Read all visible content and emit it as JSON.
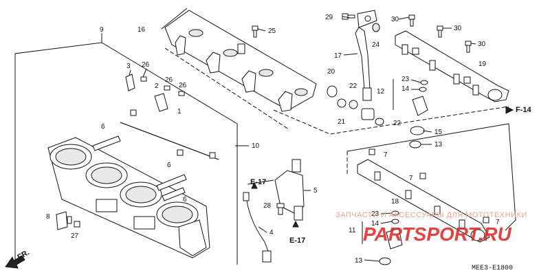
{
  "parts": {
    "p9": "9",
    "p16": "16",
    "p25": "25",
    "p29": "29",
    "p24": "24",
    "p17": "17",
    "p30a": "30",
    "p30b": "30",
    "p30c": "30",
    "p19": "19",
    "p3": "3",
    "p26a": "26",
    "p26b": "26",
    "p26c": "26",
    "p2": "2",
    "p1": "1",
    "p20": "20",
    "p22a": "22",
    "p21": "21",
    "p23a": "23",
    "p14a": "14",
    "p12": "12",
    "p22b": "22",
    "p15": "15",
    "p13a": "13",
    "p6a": "6",
    "p6b": "6",
    "p6c": "6",
    "p10": "10",
    "p7a": "7",
    "p7b": "7",
    "p7c": "7",
    "p5": "5",
    "p28": "28",
    "p18": "18",
    "p4": "4",
    "p8": "8",
    "p27": "27",
    "p23b": "23",
    "p14b": "14",
    "p11": "11",
    "p13b": "13"
  },
  "refs": {
    "e17_top": "E-17",
    "e17_bottom": "E-17",
    "f14": "F-14",
    "fr": "FR."
  },
  "footer": {
    "code": "MEE3-E1800"
  },
  "watermark": {
    "tagline": "ЗАПЧАСТИ И АКСЕССУАРЫ ДЛЯ МОТОТЕХНИКИ",
    "brand": "PARTSPORT.RU"
  }
}
